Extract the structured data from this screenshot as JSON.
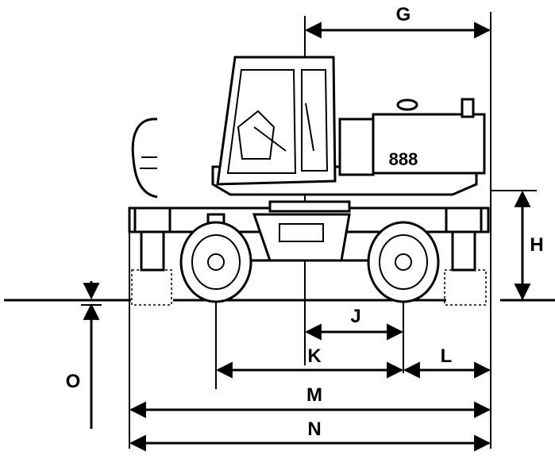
{
  "diagram": {
    "machine_badge": "888",
    "dimension_labels": {
      "G": "G",
      "H": "H",
      "J": "J",
      "K": "K",
      "L": "L",
      "M": "M",
      "N": "N",
      "O": "O"
    }
  }
}
